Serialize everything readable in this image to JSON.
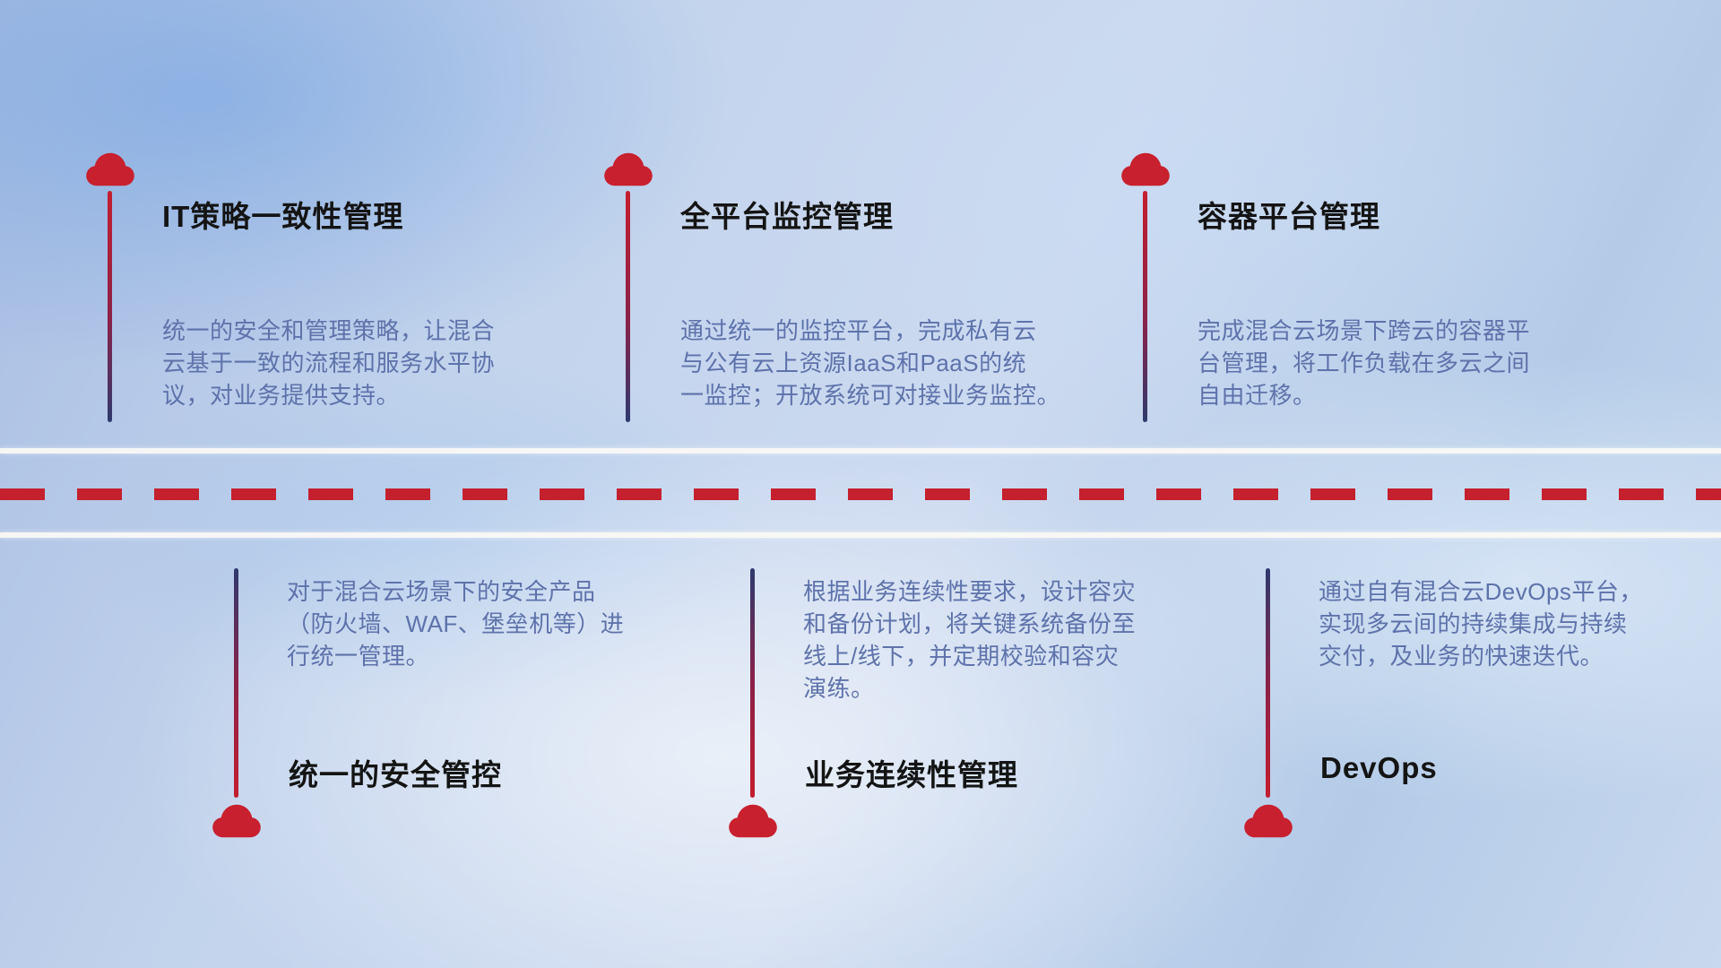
{
  "colors": {
    "accent_red": "#c8202e",
    "line_navy": "#2e3a6e",
    "title_text": "#141414",
    "desc_text": "#5e72ab"
  },
  "top_items": [
    {
      "title": "IT策略一致性管理",
      "desc": "统一的安全和管理策略，让混合\n云基于一致的流程和服务水平协\n议，对业务提供支持。"
    },
    {
      "title": "全平台监控管理",
      "desc": "通过统一的监控平台，完成私有云\n与公有云上资源IaaS和PaaS的统\n一监控；开放系统可对接业务监控。"
    },
    {
      "title": "容器平台管理",
      "desc": "完成混合云场景下跨云的容器平\n台管理，将工作负载在多云之间\n自由迁移。"
    }
  ],
  "bottom_items": [
    {
      "title": "统一的安全管控",
      "desc": "对于混合云场景下的安全产品\n（防火墙、WAF、堡垒机等）进\n行统一管理。"
    },
    {
      "title": "业务连续性管理",
      "desc": "根据业务连续性要求，设计容灾\n和备份计划，将关键系统备份至\n线上/线下，并定期校验和容灾\n演练。"
    },
    {
      "title": "DevOps",
      "desc": "通过自有混合云DevOps平台，\n实现多云间的持续集成与持续\n交付，及业务的快速迭代。"
    }
  ]
}
